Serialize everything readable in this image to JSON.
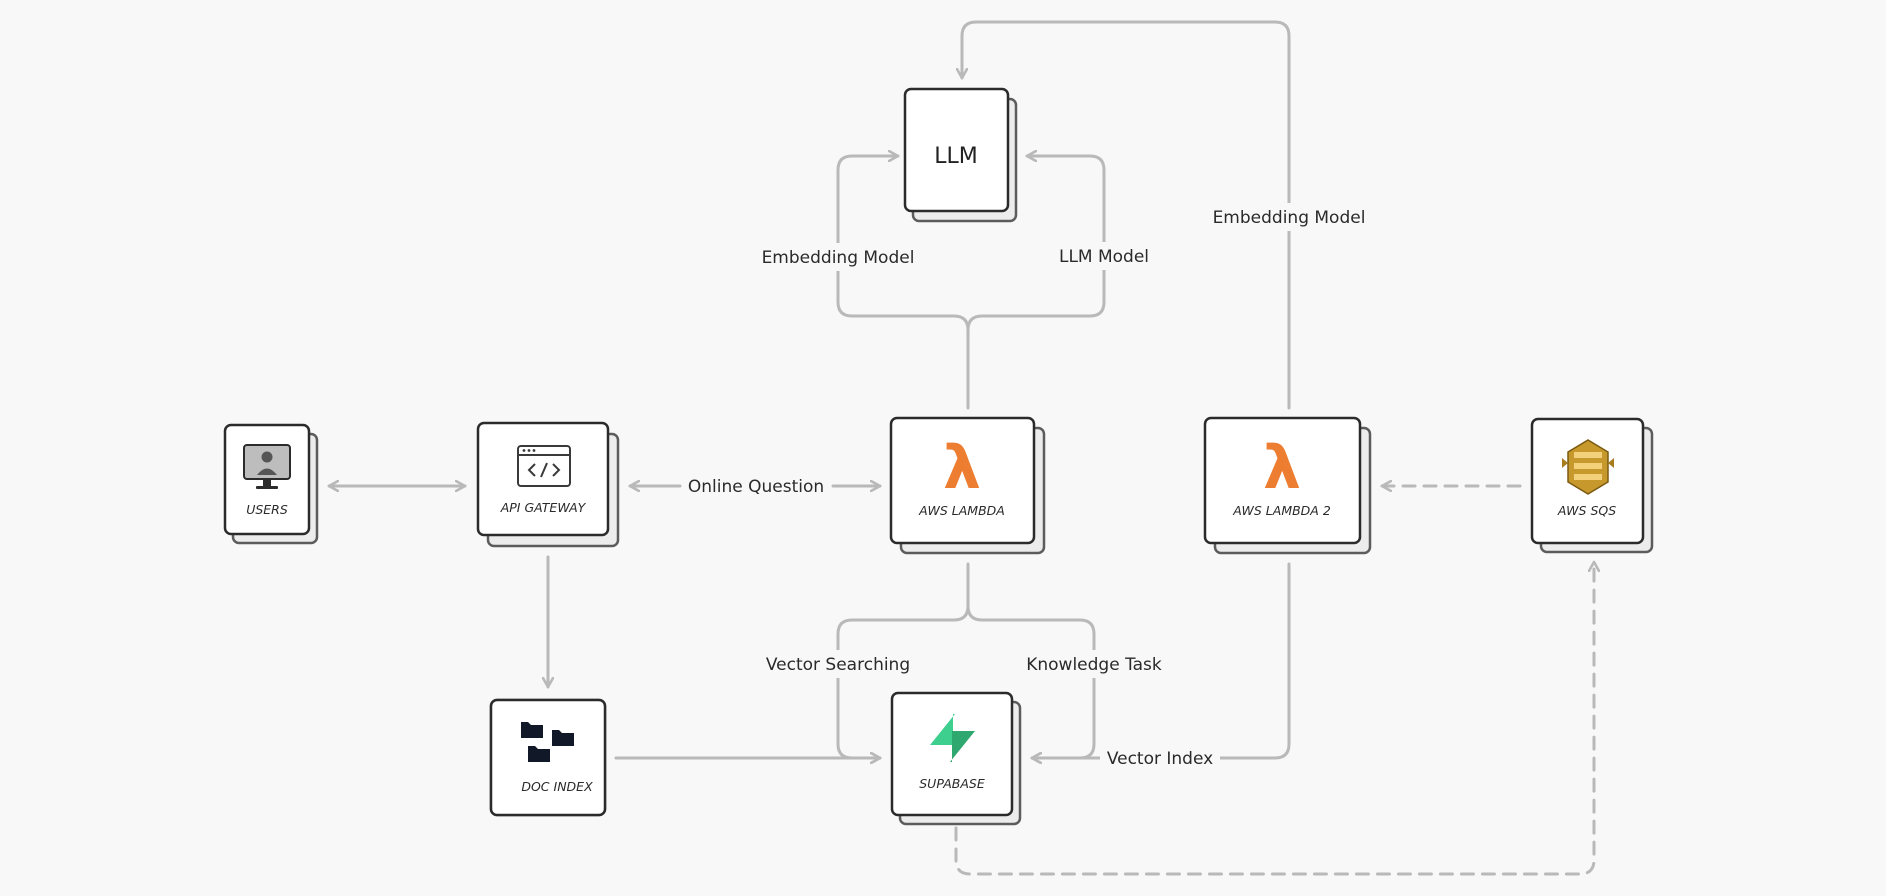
{
  "nodes": {
    "llm": {
      "label": "LLM"
    },
    "users": {
      "label": "USERS",
      "icon": "monitor-user-icon"
    },
    "api_gateway": {
      "label": "API GATEWAY",
      "icon": "code-window-icon"
    },
    "aws_lambda": {
      "label": "AWS LAMBDA",
      "icon": "lambda-icon"
    },
    "aws_lambda_2": {
      "label": "AWS LAMBDA 2",
      "icon": "lambda-icon"
    },
    "aws_sqs": {
      "label": "AWS SQS",
      "icon": "sqs-queue-icon"
    },
    "doc_index": {
      "label": "DOC INDEX",
      "icon": "folders-icon"
    },
    "supabase": {
      "label": "SUPABASE",
      "icon": "supabase-bolt-icon"
    }
  },
  "edges": {
    "embedding_model_left": "Embedding Model",
    "llm_model": "LLM Model",
    "embedding_model_right": "Embedding Model",
    "online_question": "Online Question",
    "vector_searching": "Vector Searching",
    "knowledge_task": "Knowledge Task",
    "vector_index": "Vector Index"
  },
  "colors": {
    "background": "#f8f8f8",
    "connector": "#b9b9b9",
    "lambda_orange": "#ed7d31",
    "supabase_green": "#3ecf8e",
    "sqs_gold": "#c7982c"
  }
}
